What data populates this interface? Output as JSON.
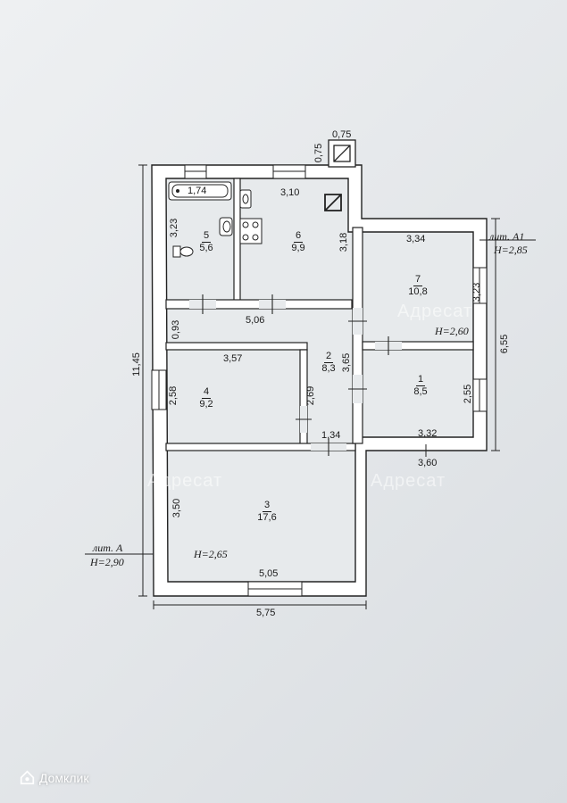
{
  "rooms": [
    {
      "id": "1",
      "area": "8,5"
    },
    {
      "id": "2",
      "area": "8,3"
    },
    {
      "id": "3",
      "area": "17,6"
    },
    {
      "id": "4",
      "area": "9,2"
    },
    {
      "id": "5",
      "area": "5,6"
    },
    {
      "id": "6",
      "area": "9,9"
    },
    {
      "id": "7",
      "area": "10,8"
    }
  ],
  "dims": {
    "d_075_top": "0,75",
    "d_075_side": "0,75",
    "d_174": "1,74",
    "d_310": "3,10",
    "d_323_bath": "3,23",
    "d_318": "3,18",
    "d_334": "3,34",
    "d_323_r7": "3,23",
    "d_093": "0,93",
    "d_506": "5,06",
    "d_357": "3,57",
    "d_365": "3,65",
    "d_258": "2,58",
    "d_269": "2,69",
    "d_255": "2,55",
    "d_134": "1,34",
    "d_332": "3,32",
    "d_360": "3,60",
    "d_655": "6,55",
    "d_1145": "11,45",
    "d_350": "3,50",
    "d_505": "5,05",
    "d_575": "5,75"
  },
  "heights": {
    "h_r7": "H=2,60",
    "h_r3": "H=2,65"
  },
  "labels": {
    "lit_a1": "лит. А1",
    "lit_a1_h": "H=2,85",
    "lit_a": "лит. А",
    "lit_a_h": "H=2,90"
  },
  "watermarks": {
    "adresat_1": "Адресат",
    "adresat_2": "Адресат",
    "adresat_3": "Адресат"
  },
  "brand": "Домклик"
}
